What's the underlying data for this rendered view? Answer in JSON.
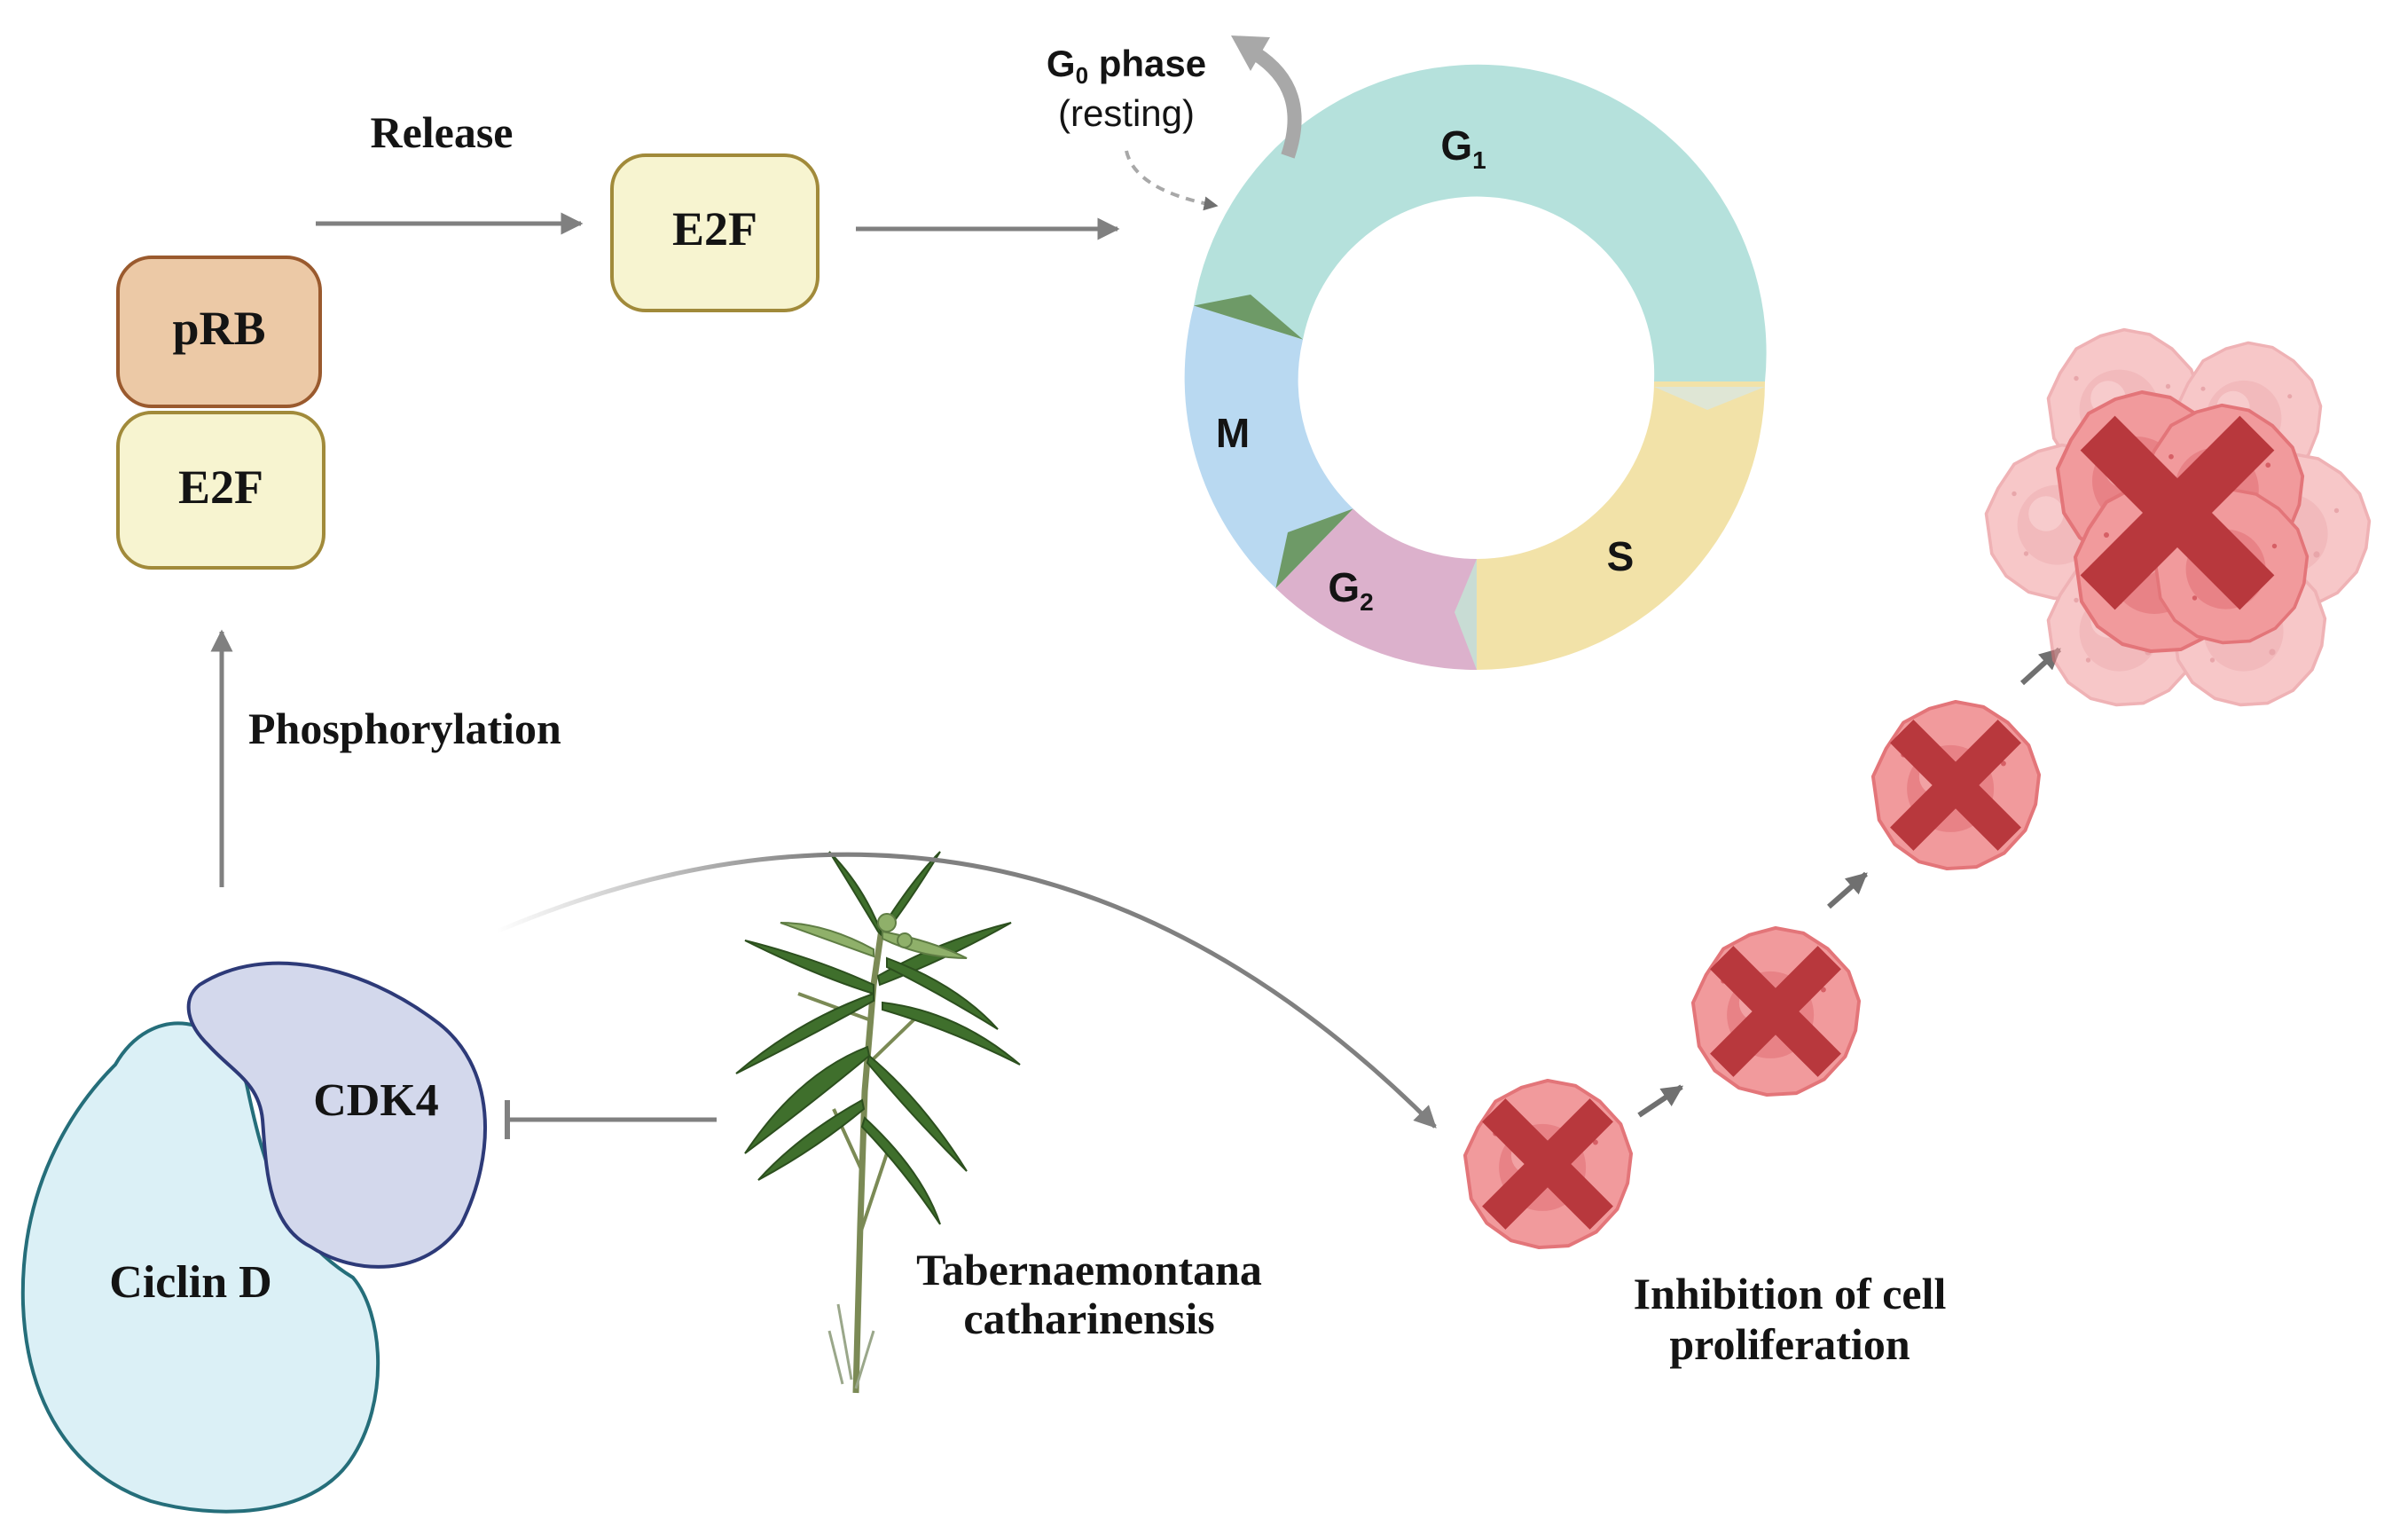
{
  "labels": {
    "release": "Release",
    "phosphorylation": "Phosphorylation",
    "prb": "pRB",
    "e2f_bound": "E2F",
    "e2f_free": "E2F",
    "cdk4": "CDK4",
    "ciclin_d": "Ciclin D",
    "plant_line1": "Tabernaemontana",
    "plant_line2": "catharinensis",
    "inhibition_line1": "Inhibition of cell",
    "inhibition_line2": "proliferation"
  },
  "cell_cycle": {
    "g0_label": "G",
    "g0_sub": "0",
    "g0_suffix": " phase",
    "g0_note": "(resting)",
    "g1_label": "G",
    "g1_sub": "1",
    "s_label": "S",
    "g2_label": "G",
    "g2_sub": "2",
    "m_label": "M"
  },
  "colors": {
    "g1": "#b5e1dc",
    "s": "#f2e2a8",
    "g2": "#dcb1cc",
    "m": "#b9d9f1",
    "checkpoint": "#6e9a67",
    "prb_fill": "#ecc9a6",
    "prb_stroke": "#9a5a2e",
    "e2f_fill": "#f7f4d0",
    "e2f_stroke": "#a18a3a",
    "cdk4_fill": "#d3d8ec",
    "cdk4_stroke": "#2d3a78",
    "ciclin_fill": "#dbf0f6",
    "ciclin_stroke": "#256e7a",
    "cell": "#f19a9c",
    "cross": "#b8383d",
    "arrow": "#808080"
  },
  "icons": [
    "plant-illustration",
    "cancer-cell-icon",
    "cross-icon",
    "inhibition-arrow-icon"
  ]
}
